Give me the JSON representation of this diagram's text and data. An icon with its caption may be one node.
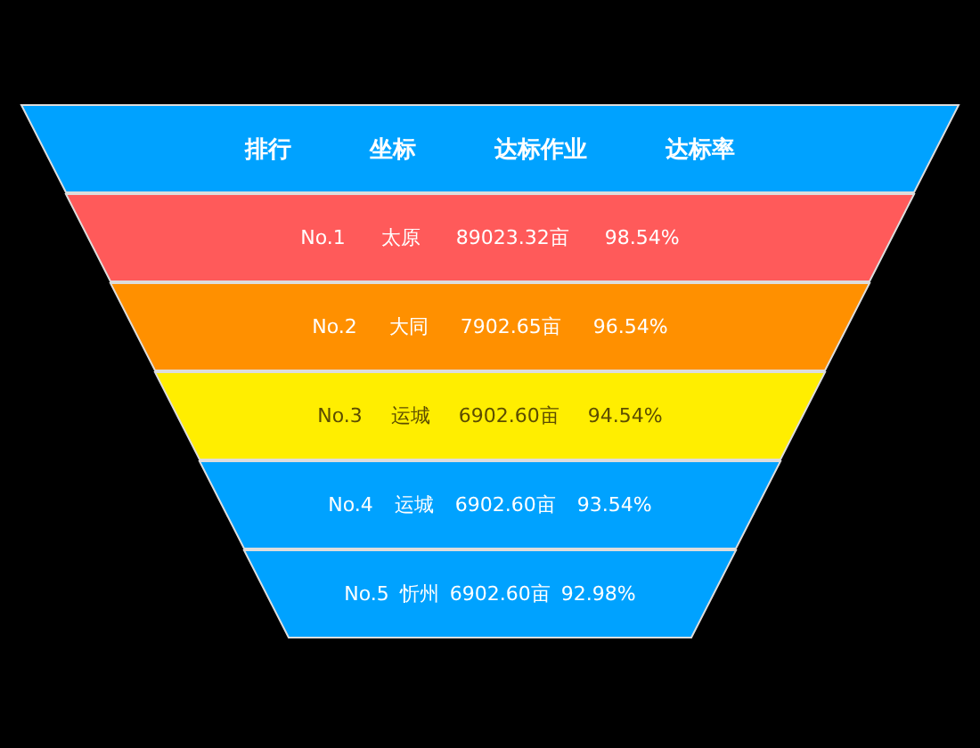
{
  "diagram": {
    "nodes": [
      {
        "text": [
          "排行",
          "坐标",
          "达标作业",
          "达标率"
        ]
      },
      {
        "text": [
          "No.1",
          "太原",
          "89023.32亩",
          "98.54%"
        ]
      },
      {
        "text": [
          "No.2",
          "大同",
          "7902.65亩",
          "96.54%"
        ]
      },
      {
        "text": [
          "No.3",
          "运城",
          "6902.60亩",
          "94.54%"
        ]
      },
      {
        "text": [
          "No.4",
          "运城",
          "6902.60亩",
          "93.54%"
        ]
      },
      {
        "text": [
          "No.5",
          "忻州",
          "6902.60亩",
          "92.98%"
        ]
      }
    ]
  }
}
